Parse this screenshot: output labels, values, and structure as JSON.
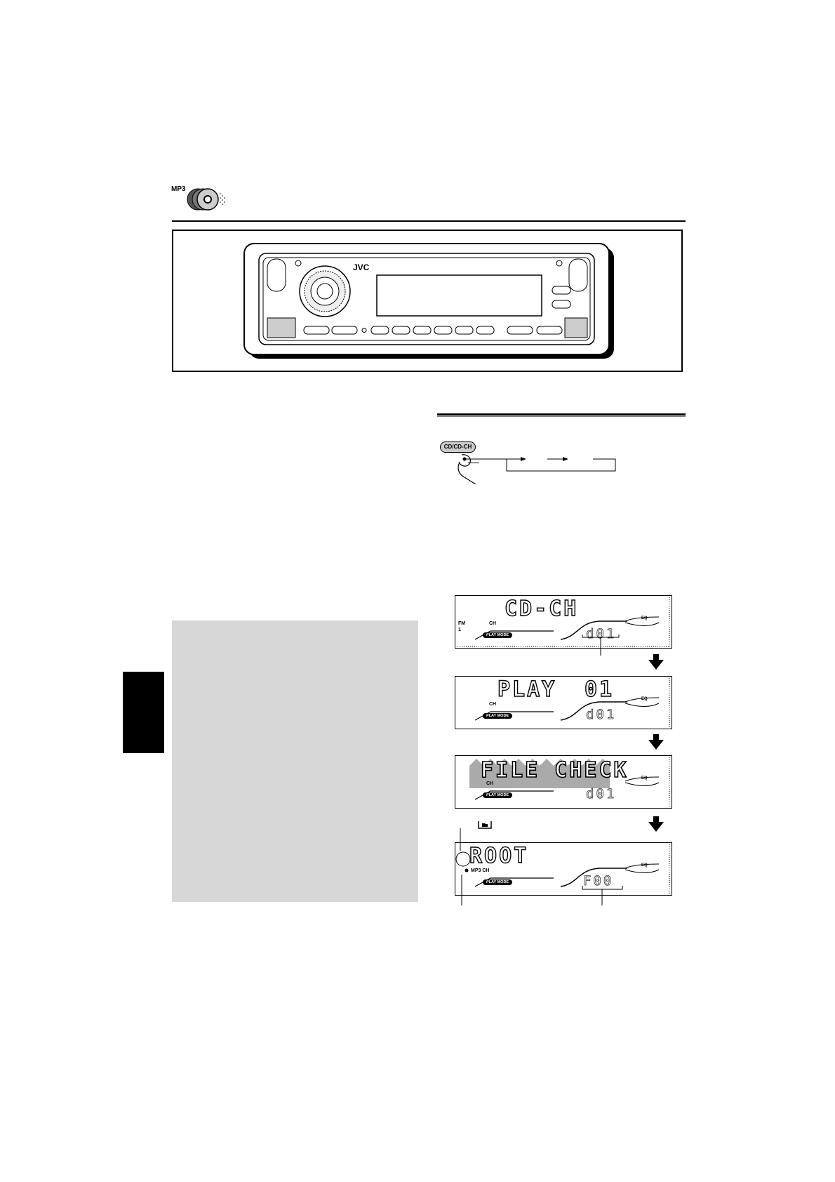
{
  "header": {
    "format_label": "MP3"
  },
  "radio": {
    "brand": "JVC"
  },
  "button": {
    "label": "CD/CD-CH"
  },
  "displays": [
    {
      "main": "CD-CH",
      "mode": "PLAY MODE",
      "band": "FM",
      "band_num": "1",
      "ch": "CH",
      "seg": "d01"
    },
    {
      "main": "PLAY",
      "track": "01",
      "mode": "PLAY MODE",
      "ch": "CH",
      "seg": "d01"
    },
    {
      "main": "FILE CHECK",
      "mode": "PLAY MODE",
      "ch": "CH",
      "seg": "d01"
    },
    {
      "main": "ROOT",
      "mode": "PLAY MODE",
      "indicator": "MP3 CH",
      "seg": "F00"
    }
  ],
  "eq_label": "EQ"
}
